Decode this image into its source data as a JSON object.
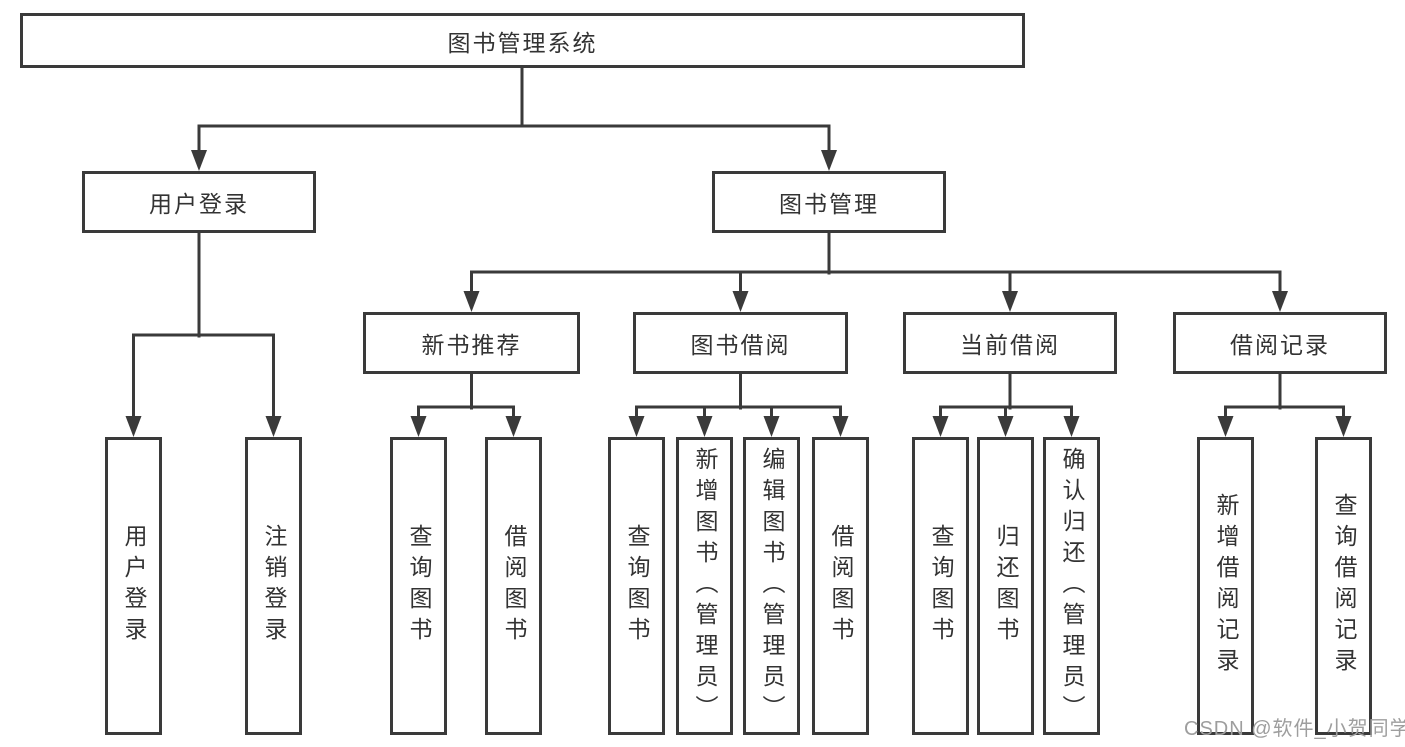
{
  "colors": {
    "background": "#ffffff",
    "line": "#3a3a3a",
    "box_border": "#3a3a3a",
    "text": "#333333",
    "watermark": "#9e9e9e"
  },
  "watermark": {
    "text": "CSDN @软件_小贺同学"
  },
  "tree": {
    "root": "图书管理系统",
    "branches": [
      {
        "label": "用户登录",
        "children": [
          "用户登录",
          "注销登录"
        ]
      },
      {
        "label": "图书管理",
        "children": [
          {
            "label": "新书推荐",
            "children": [
              "查询图书",
              "借阅图书"
            ]
          },
          {
            "label": "图书借阅",
            "children": [
              "查询图书",
              "新增图书（管理员）",
              "编辑图书（管理员）",
              "借阅图书"
            ]
          },
          {
            "label": "当前借阅",
            "children": [
              "查询图书",
              "归还图书",
              "确认归还（管理员）"
            ]
          },
          {
            "label": "借阅记录",
            "children": [
              "新增借阅记录",
              "查询借阅记录"
            ]
          }
        ]
      }
    ]
  }
}
